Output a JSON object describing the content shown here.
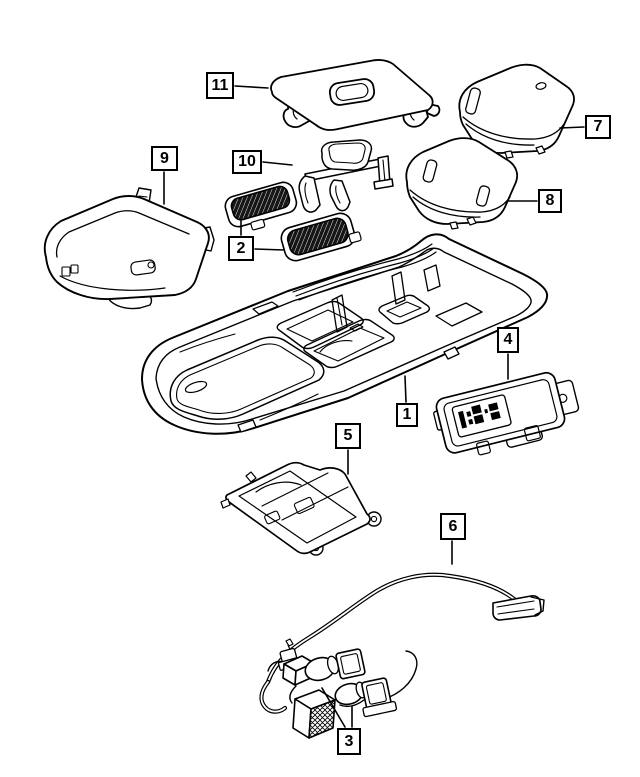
{
  "diagram": {
    "background_color": "#ffffff",
    "line_color": "#000000",
    "lens_fill_color": "#161616",
    "callouts": {
      "c1": "1",
      "c2": "2",
      "c3": "3",
      "c4": "4",
      "c5": "5",
      "c6": "6",
      "c7": "7",
      "c8": "8",
      "c9": "9",
      "c10": "10",
      "c11": "11"
    }
  }
}
